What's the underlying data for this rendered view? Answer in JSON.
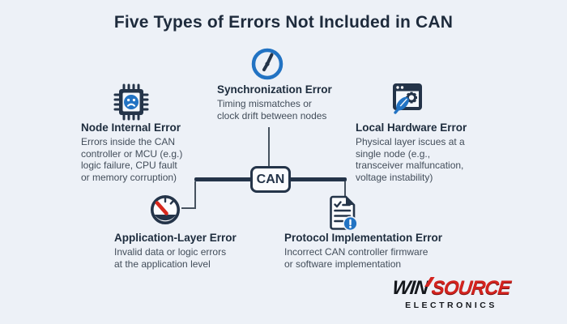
{
  "title": "Five Types of Errors Not Included in CAN",
  "center": {
    "label": "CAN"
  },
  "errors": [
    {
      "id": "synchronization",
      "icon": "clock-icon",
      "heading": "Synchronization Error",
      "lines": [
        "Timing mismatches or",
        "clock drift between nodes"
      ]
    },
    {
      "id": "node-internal",
      "icon": "chip-sad-face-icon",
      "heading": "Node Internal Error",
      "lines": [
        "Errors inside the CAN",
        "controller or MCU (e.g.)",
        "logic failure, CPU fault",
        "or memory corruption)"
      ]
    },
    {
      "id": "local-hardware",
      "icon": "window-gear-wrench-icon",
      "heading": "Local Hardware Error",
      "lines": [
        "Physical layer iscues at a",
        "single node (e.g.,",
        "transceiver malfuncation,",
        "voltage instability)"
      ]
    },
    {
      "id": "application-layer",
      "icon": "gauge-icon",
      "heading": "Application-Layer Error",
      "lines": [
        "Invalid data or logic errors",
        "at the application level"
      ]
    },
    {
      "id": "protocol-implementation",
      "icon": "document-alert-icon",
      "heading": "Protocol Implementation Error",
      "lines": [
        "Incorrect CAN controller firmware",
        "or software implementation"
      ]
    }
  ],
  "logo": {
    "brand_left": "WIN",
    "brand_right": "SOURCE",
    "subtitle": "ELECTRONICS"
  },
  "colors": {
    "background": "#edf1f7",
    "navy": "#243449",
    "accent_blue": "#2273c3",
    "accent_red": "#d7281d",
    "body_text": "#424d5a",
    "logo_red": "#d3231e"
  }
}
